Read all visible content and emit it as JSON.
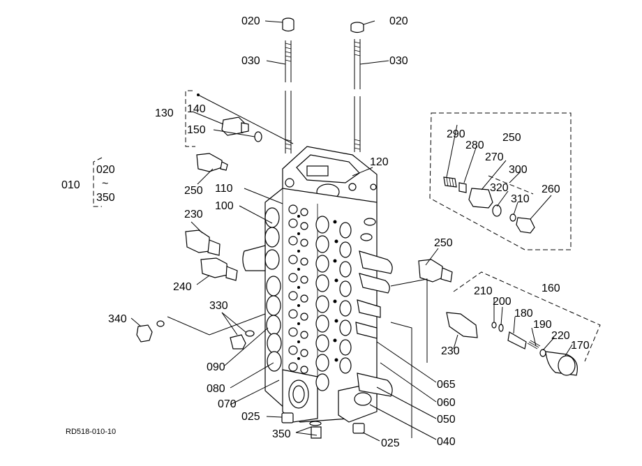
{
  "labels": {
    "p020a": "020",
    "p020b": "020",
    "p030a": "030",
    "p030b": "030",
    "p130": "130",
    "p140": "140",
    "p150": "150",
    "p010": "010",
    "p010_from": "020",
    "p010_tilde": "~",
    "p010_to": "350",
    "p250a": "250",
    "p110": "110",
    "p100": "100",
    "p230a": "230",
    "p240": "240",
    "p340": "340",
    "p330": "330",
    "p090": "090",
    "p080": "080",
    "p070": "070",
    "p025a": "025",
    "p350": "350",
    "p025b": "025",
    "p120": "120",
    "p290": "290",
    "p280": "280",
    "p250b": "250",
    "p270": "270",
    "p300": "300",
    "p320": "320",
    "p310": "310",
    "p260": "260",
    "p250c": "250",
    "p210": "210",
    "p200": "200",
    "p160": "160",
    "p180": "180",
    "p190": "190",
    "p220": "220",
    "p170": "170",
    "p230b": "230",
    "p065": "065",
    "p060": "060",
    "p050": "050",
    "p040": "040"
  },
  "reference_code": "RD518-010-10"
}
